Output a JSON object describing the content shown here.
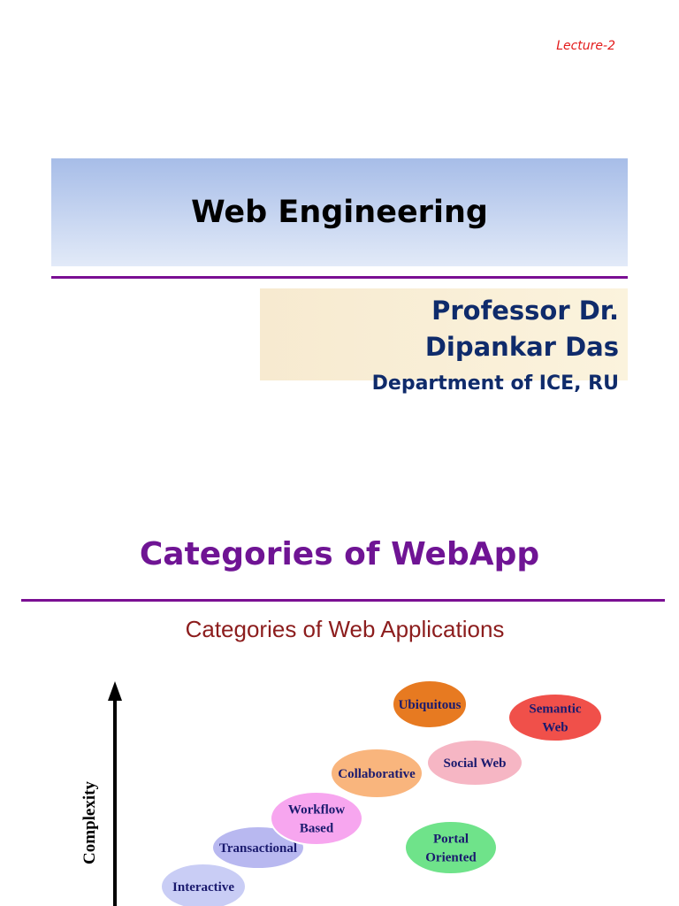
{
  "header": {
    "lecture_label": "Lecture-2"
  },
  "title_slide": {
    "title": "Web Engineering",
    "author_line1": "Professor Dr.",
    "author_line2": "Dipankar Das",
    "department": "Department of ICE, RU"
  },
  "section": {
    "title": "Categories of WebApp",
    "figure_title": "Categories of Web Applications",
    "axis_label": "Complexity",
    "categories": [
      {
        "lines": [
          "Interactive"
        ],
        "color": "#c9cdf5"
      },
      {
        "lines": [
          "Transactional"
        ],
        "color": "#b8b8f0"
      },
      {
        "lines": [
          "Workflow",
          "Based"
        ],
        "color": "#f7a6ef"
      },
      {
        "lines": [
          "Collaborative"
        ],
        "color": "#f9b57d"
      },
      {
        "lines": [
          "Portal",
          "Oriented"
        ],
        "color": "#6fe38a"
      },
      {
        "lines": [
          "Social Web"
        ],
        "color": "#f6b6c4"
      },
      {
        "lines": [
          "Ubiquitous"
        ],
        "color": "#e77a21"
      },
      {
        "lines": [
          "Semantic",
          "Web"
        ],
        "color": "#f0504a"
      }
    ]
  }
}
